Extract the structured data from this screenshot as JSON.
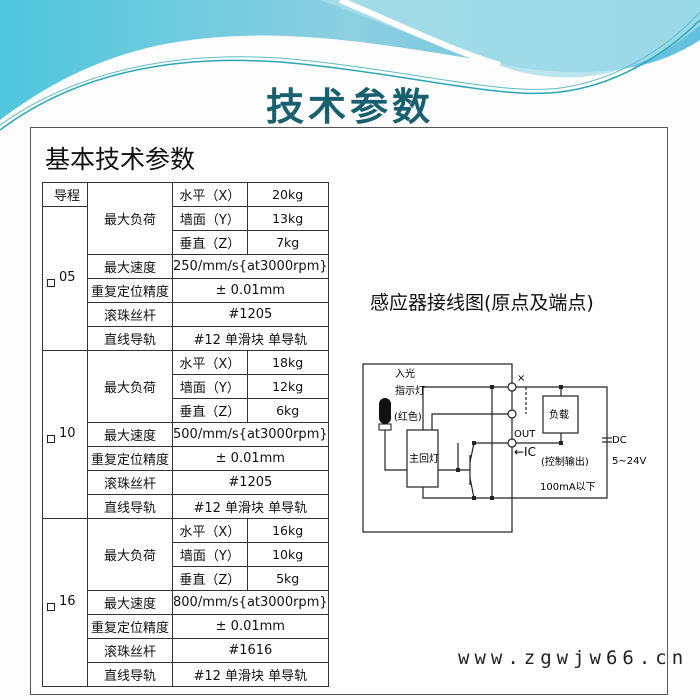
{
  "header": {
    "title": "技术参数"
  },
  "panel": {
    "title": "基本技术参数"
  },
  "table": {
    "lead_header": "导程",
    "groups": [
      {
        "lead": "05",
        "rows": {
          "max_load": "最大负荷",
          "horizontal": "水平（X）",
          "horizontal_val": "20kg",
          "wall": "墙面（Y）",
          "wall_val": "13kg",
          "vertical": "垂直（Z）",
          "vertical_val": "7kg",
          "max_speed": "最大速度",
          "max_speed_val": "250/mm/s{at3000rpm}",
          "repeat": "重复定位精度",
          "repeat_val": "± 0.01mm",
          "screw": "滚珠丝杆",
          "screw_val": "#1205",
          "rail": "直线导轨",
          "rail_val": "#12  单滑块  单导轨"
        }
      },
      {
        "lead": "10",
        "rows": {
          "max_load": "最大负荷",
          "horizontal": "水平（X）",
          "horizontal_val": "18kg",
          "wall": "墙面（Y）",
          "wall_val": "12kg",
          "vertical": "垂直（Z）",
          "vertical_val": "6kg",
          "max_speed": "最大速度",
          "max_speed_val": "500/mm/s{at3000rpm}",
          "repeat": "重复定位精度",
          "repeat_val": "± 0.01mm",
          "screw": "滚珠丝杆",
          "screw_val": "#1205",
          "rail": "直线导轨",
          "rail_val": "#12  单滑块  单导轨"
        }
      },
      {
        "lead": "16",
        "rows": {
          "max_load": "最大负荷",
          "horizontal": "水平（X）",
          "horizontal_val": "16kg",
          "wall": "墙面（Y）",
          "wall_val": "10kg",
          "vertical": "垂直（Z）",
          "vertical_val": "5kg",
          "max_speed": "最大速度",
          "max_speed_val": "800/mm/s{at3000rpm}",
          "repeat": "重复定位精度",
          "repeat_val": "± 0.01mm",
          "screw": "滚珠丝杆",
          "screw_val": "#1616",
          "rail": "直线导轨",
          "rail_val": "#12  单滑块  单导轨"
        }
      }
    ]
  },
  "diagram": {
    "title": "感应器接线图(原点及端点)",
    "indicator_1": "入光",
    "indicator_2": "指示灯",
    "indicator_3": "(红色)",
    "main_circuit": "主回灯",
    "load": "负载",
    "terminal_x": "×",
    "out": "OUT",
    "ic": "←IC",
    "control_output": "(控制输出)",
    "current_limit": "100mA以下",
    "dc": "DC",
    "voltage": "5~24V"
  },
  "watermark": "www.zgwjw66.cn",
  "colors": {
    "title": "#18606f",
    "banner": "#5bc4d8"
  }
}
